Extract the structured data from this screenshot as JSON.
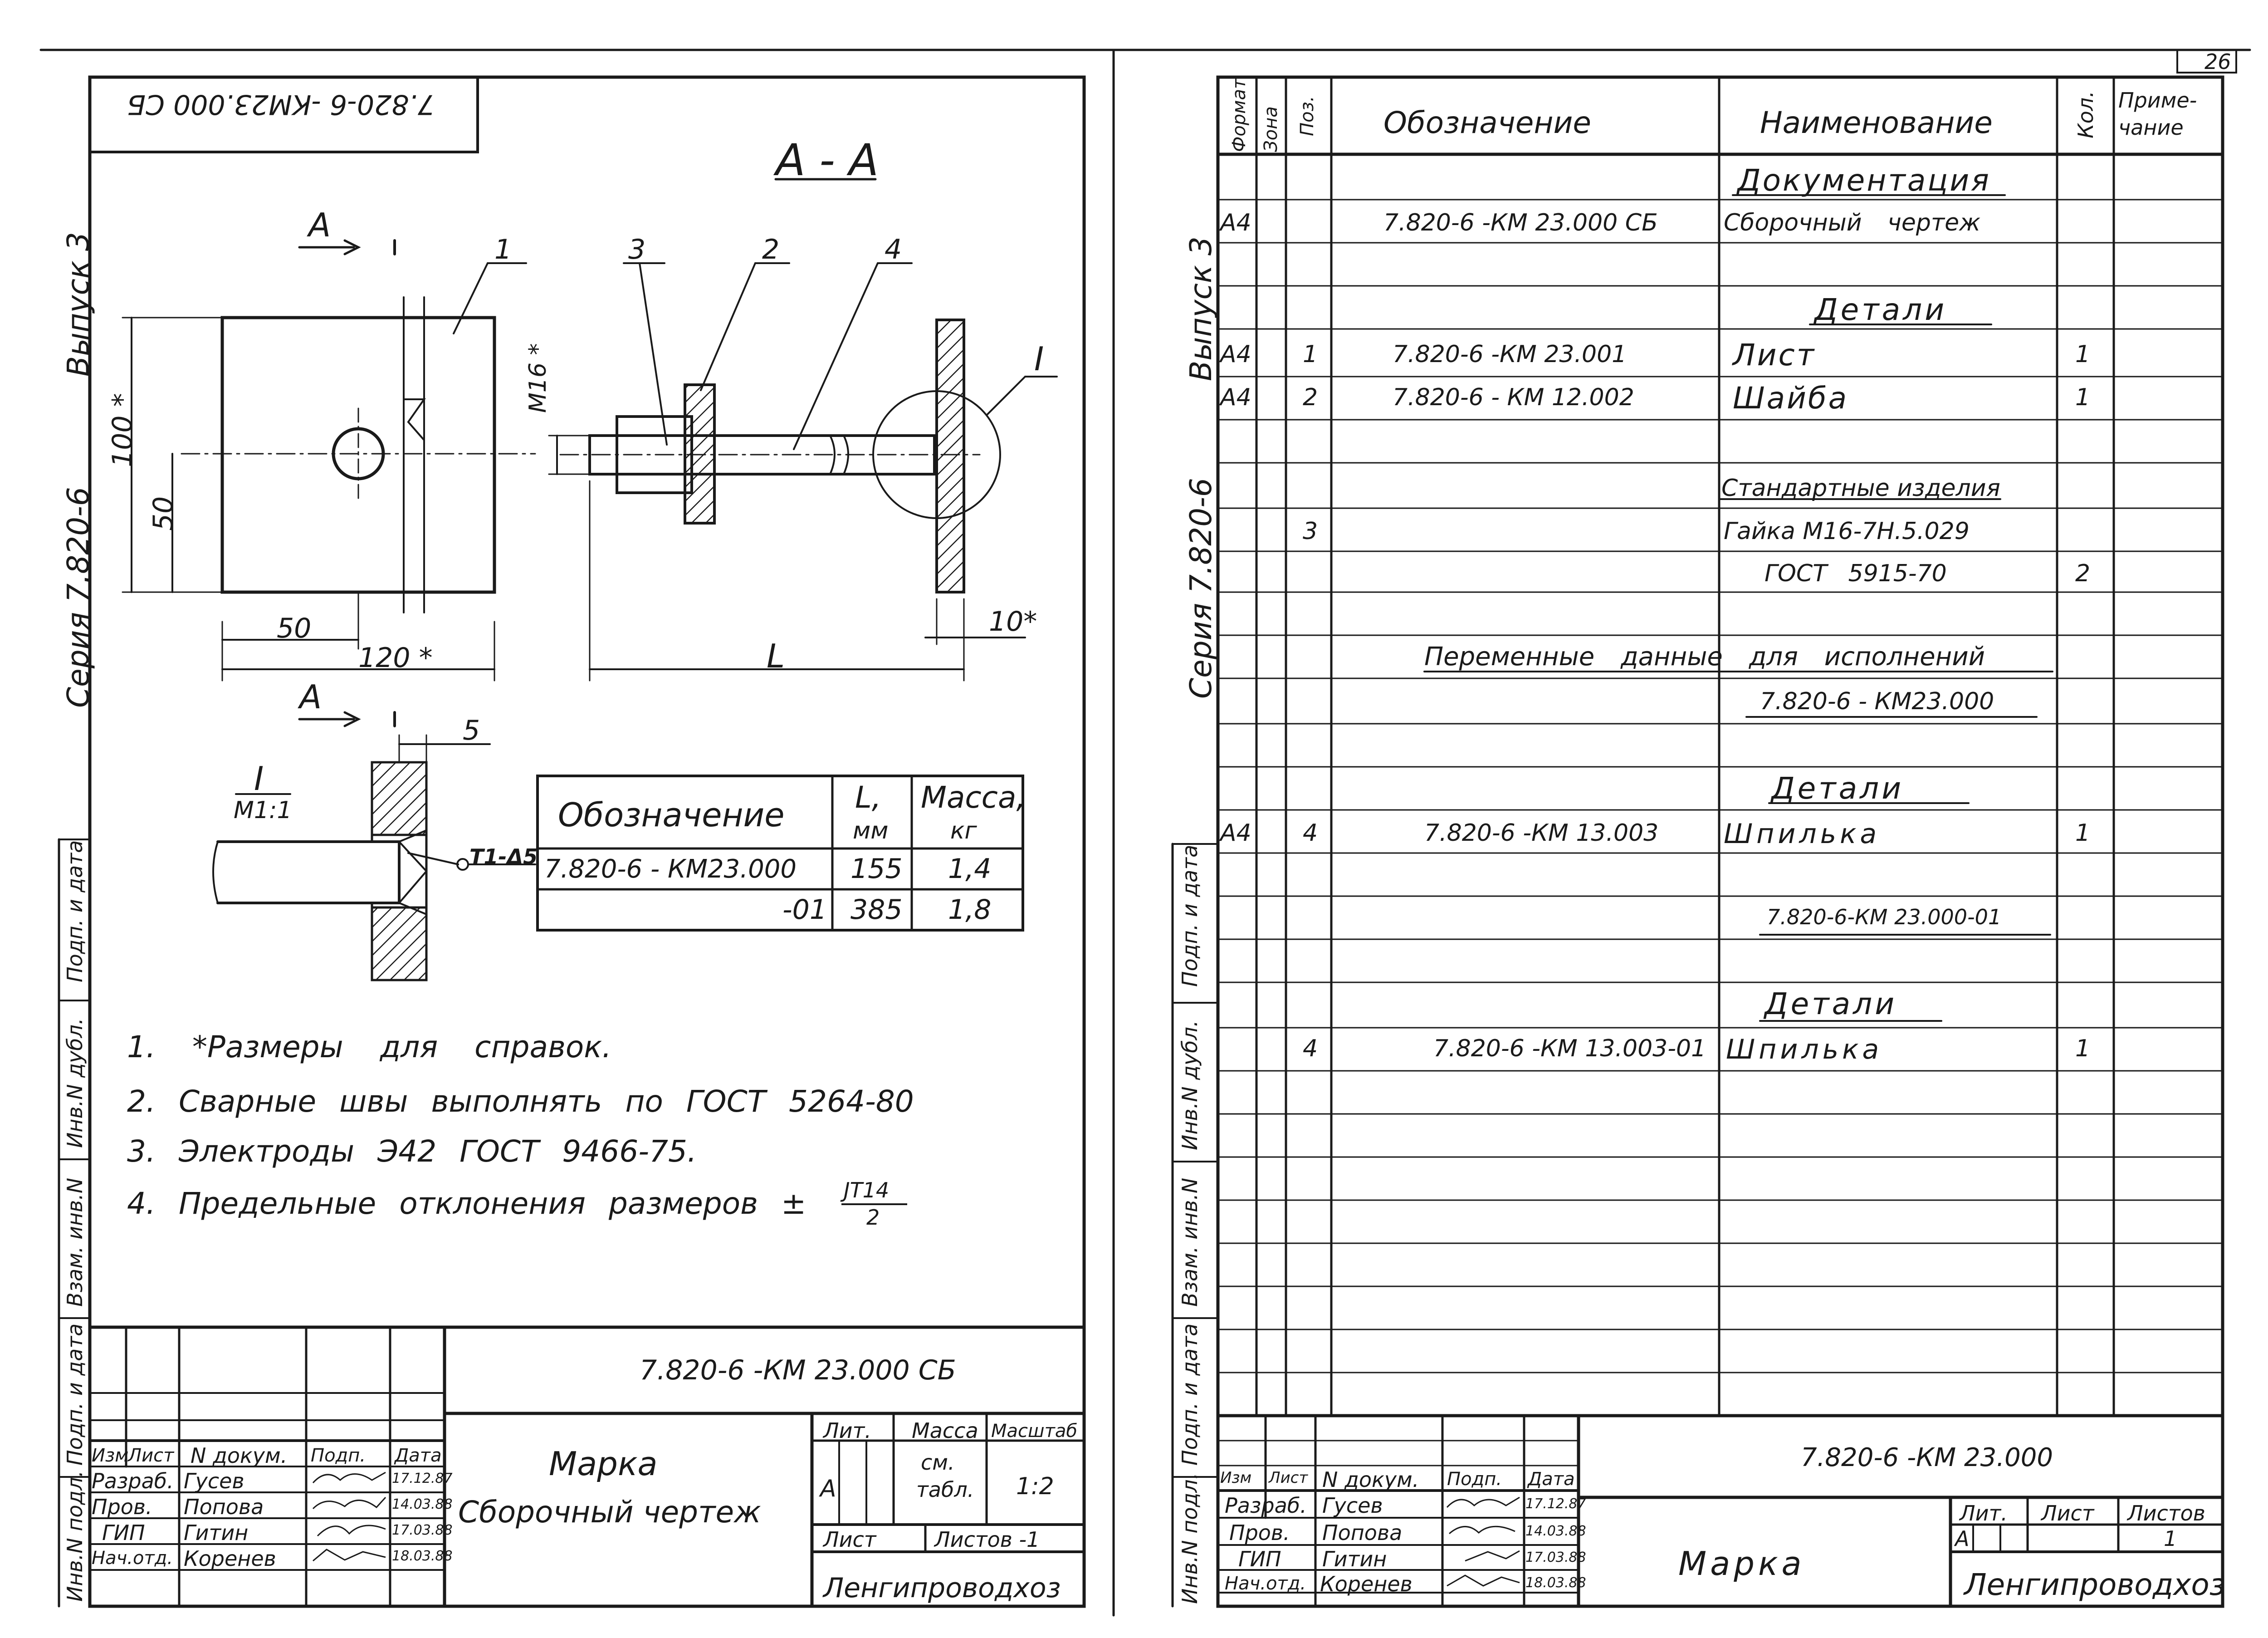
{
  "page_number": "26",
  "left_sheet": {
    "stamp_top": "7.820-6 -КМ23.000 СБ",
    "side_issue": "Выпуск 3",
    "side_series": "Серия 7.820-6",
    "section_title": "А - А",
    "section_mark": "А",
    "detail_mark": "I",
    "detail_label_num": "I",
    "detail_label_den": "М1:1",
    "callouts": [
      "1",
      "2",
      "3",
      "4"
    ],
    "dims": {
      "h100": "100 *",
      "h50": "50",
      "w50": "50",
      "w120": "120 *",
      "m16": "М16 *",
      "L": "L",
      "t10": "10*",
      "gap5": "5",
      "weld": "Т1-Δ5"
    },
    "table": {
      "headers": [
        "Обозначение",
        "L,",
        "мм",
        "Масса,",
        "кг"
      ],
      "rows": [
        {
          "designation": "7.820-6 - КМ23.000",
          "L": "155",
          "mass": "1,4"
        },
        {
          "designation": "-01",
          "L": "385",
          "mass": "1,8"
        }
      ]
    },
    "notes": [
      "1. *Размеры для справок.",
      "2. Сварные швы выполнять по ГОСТ 5264-80",
      "3. Электроды Э42 ГОСТ 9466-75.",
      "4. Предельные отклонения размеров ±"
    ],
    "note4_frac_num": "JT14",
    "note4_frac_den": "2",
    "side_columns": [
      "Подп. и дата",
      "Инв.N дубл.",
      "Взам. инв.N",
      "Подп. и дата",
      "Инв.N подл."
    ],
    "title_block": {
      "code": "7.820-6 -КМ 23.000 СБ",
      "name1": "Марка",
      "name2": "Сборочный чертеж",
      "hdr": [
        "Изм",
        "Лист",
        "N докум.",
        "Подп.",
        "Дата"
      ],
      "people": [
        {
          "role": "Разраб.",
          "name": "Гусев",
          "date": "17.12.87"
        },
        {
          "role": "Пров.",
          "name": "Попова",
          "date": "14.03.88"
        },
        {
          "role": "ГИП",
          "name": "Гитин",
          "date": "17.03.88"
        },
        {
          "role": "Нач.отд.",
          "name": "Коренев",
          "date": "18.03.88"
        }
      ],
      "lit": "Лит.",
      "mass": "Масса",
      "scale": "Масштаб",
      "lit_val": "А",
      "mass_val1": "см.",
      "mass_val2": "табл.",
      "scale_val": "1:2",
      "sheet": "Лист",
      "sheets": "Листов -1",
      "org": "Ленгипроводхоз"
    }
  },
  "right_sheet": {
    "side_issue": "Выпуск 3",
    "side_series": "Серия 7.820-6",
    "headers": [
      "Формат",
      "Зона",
      "Поз.",
      "Обозначение",
      "Наименование",
      "Кол.",
      "Приме-",
      "чание"
    ],
    "rows": [
      {
        "fmt": "",
        "pos": "",
        "des": "",
        "name": "Документация",
        "qty": "",
        "section": true
      },
      {
        "fmt": "А4",
        "pos": "",
        "des": "7.820-6 -КМ 23.000 СБ",
        "name": "Сборочный чертеж",
        "qty": ""
      },
      {
        "fmt": "",
        "pos": "",
        "des": "",
        "name": "",
        "qty": ""
      },
      {
        "fmt": "",
        "pos": "",
        "des": "",
        "name": "Детали",
        "qty": "",
        "section": true
      },
      {
        "fmt": "А4",
        "pos": "1",
        "des": "7.820-6 -КМ 23.001",
        "name": "Лист",
        "qty": "1"
      },
      {
        "fmt": "А4",
        "pos": "2",
        "des": "7.820-6 - КМ 12.002",
        "name": "Шайба",
        "qty": "1"
      },
      {
        "fmt": "",
        "pos": "",
        "des": "",
        "name": "",
        "qty": ""
      },
      {
        "fmt": "",
        "pos": "",
        "des": "",
        "name": "Стандартные изделия",
        "qty": "",
        "section": true
      },
      {
        "fmt": "",
        "pos": "3",
        "des": "",
        "name": "Гайка М16-7Н.5.029",
        "qty": ""
      },
      {
        "fmt": "",
        "pos": "",
        "des": "",
        "name": "ГОСТ 5915-70",
        "qty": "2"
      },
      {
        "fmt": "",
        "pos": "",
        "des": "",
        "name": "",
        "qty": ""
      },
      {
        "fmt": "",
        "pos": "",
        "des": "",
        "name": "",
        "qty": ""
      },
      {
        "fmt": "",
        "pos": "",
        "des": "",
        "name": "7.820-6 - КМ23.000",
        "qty": "",
        "section": true
      },
      {
        "fmt": "",
        "pos": "",
        "des": "",
        "name": "",
        "qty": ""
      },
      {
        "fmt": "",
        "pos": "",
        "des": "",
        "name": "Детали",
        "qty": "",
        "section": true
      },
      {
        "fmt": "А4",
        "pos": "4",
        "des": "7.820-6 -КМ 13.003",
        "name": "Шпилька",
        "qty": "1"
      },
      {
        "fmt": "",
        "pos": "",
        "des": "",
        "name": "",
        "qty": ""
      },
      {
        "fmt": "",
        "pos": "",
        "des": "",
        "name": "7.820-6-КМ 23.000-01",
        "qty": "",
        "section": true
      },
      {
        "fmt": "",
        "pos": "",
        "des": "",
        "name": "",
        "qty": ""
      },
      {
        "fmt": "",
        "pos": "",
        "des": "",
        "name": "Детали",
        "qty": "",
        "section": true
      },
      {
        "fmt": "",
        "pos": "4",
        "des": "7.820-6 -КМ 13.003-01",
        "name": "Шпилька",
        "qty": "1"
      }
    ],
    "variable_data": "Переменные данные для исполнений",
    "side_columns": [
      "Подп. и дата",
      "Инв.N дубл.",
      "Взам. инв.N",
      "Подп. и дата",
      "Инв.N подл."
    ],
    "title_block": {
      "code": "7.820-6 -КМ 23.000",
      "name": "Марка",
      "hdr": [
        "Изм",
        "Лист",
        "N докум.",
        "Подп.",
        "Дата"
      ],
      "people": [
        {
          "role": "Разраб.",
          "name": "Гусев",
          "date": "17.12.87"
        },
        {
          "role": "Пров.",
          "name": "Попова",
          "date": "14.03.88"
        },
        {
          "role": "ГИП",
          "name": "Гитин",
          "date": "17.03.88"
        },
        {
          "role": "Нач.отд.",
          "name": "Коренев",
          "date": "18.03.88"
        }
      ],
      "lit": "Лит.",
      "sheet": "Лист",
      "sheets": "Листов",
      "lit_val": "А",
      "sheets_val": "1",
      "org": "Ленгипроводхоз"
    }
  }
}
